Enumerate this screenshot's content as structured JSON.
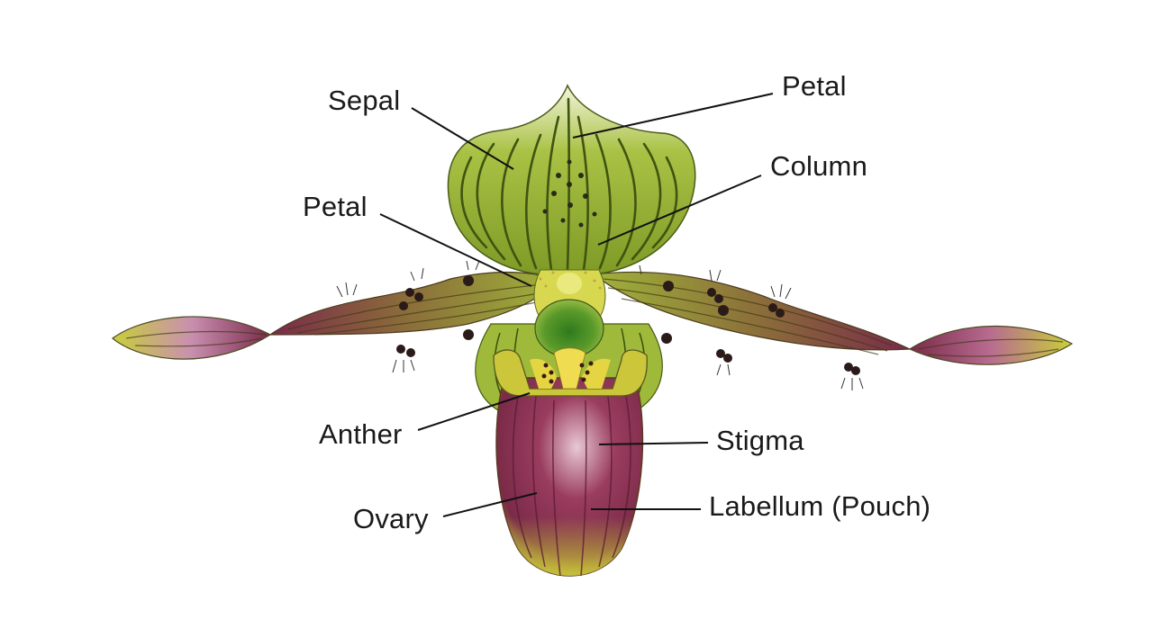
{
  "diagram": {
    "labels": {
      "sepal": "Sepal",
      "petal_top": "Petal",
      "column": "Column",
      "petal_left": "Petal",
      "anther": "Anther",
      "stigma": "Stigma",
      "ovary": "Ovary",
      "labellum": "Labellum (Pouch)"
    },
    "colors": {
      "sepal_green": "#8fae2a",
      "vein_dark": "#3f5410",
      "petal_maroon": "#7a2a4a",
      "pouch_maroon": "#8a3050",
      "pouch_yellow": "#c7c43a",
      "staminode_yellow": "#e2d23a",
      "spot_dark": "#2a1a18",
      "leader_line": "#111111"
    }
  }
}
